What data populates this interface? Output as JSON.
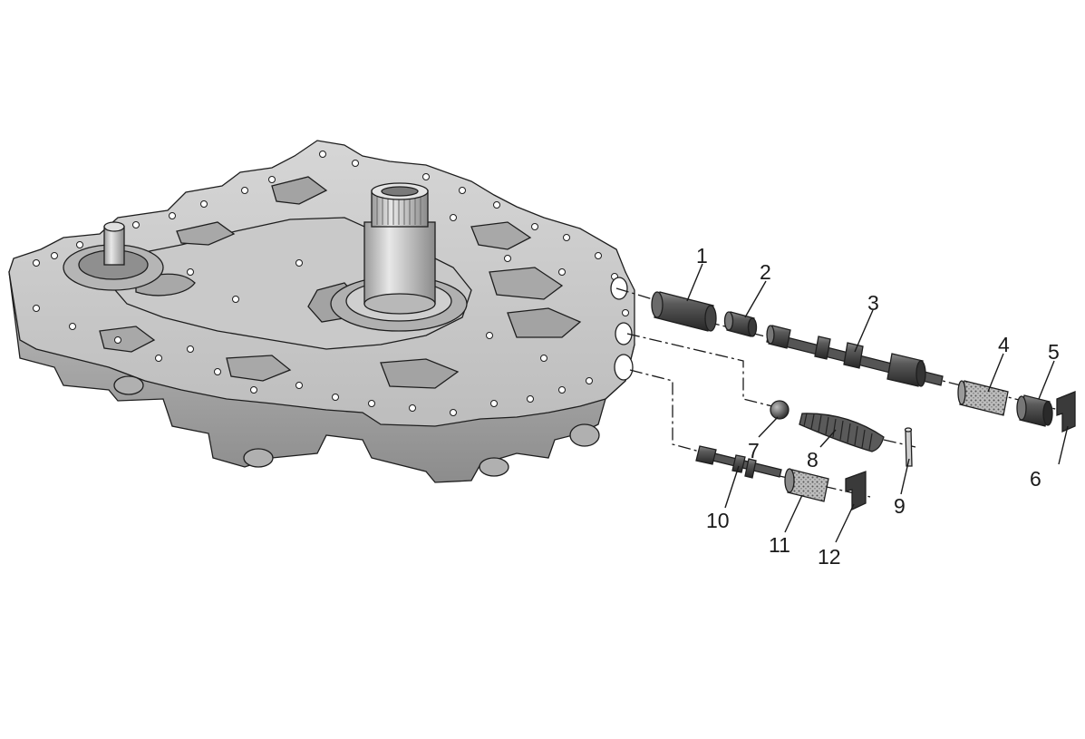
{
  "diagram": {
    "type": "exploded-parts-view",
    "subject": "valve body",
    "callouts": [
      "1",
      "2",
      "3",
      "4",
      "5",
      "6",
      "7",
      "8",
      "9",
      "10",
      "11",
      "12"
    ]
  },
  "colors": {
    "background": "#ffffff",
    "casting_light": "#d9d9d9",
    "casting_mid": "#bdbdbd",
    "casting_dark": "#8e8e8e",
    "part_dark": "#3f3f3f",
    "line": "#1a1a1a"
  }
}
